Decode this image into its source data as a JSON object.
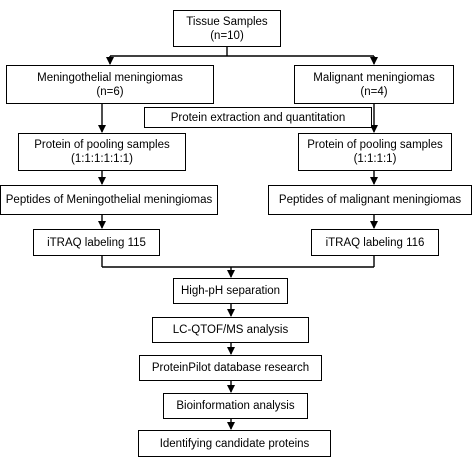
{
  "boxes": {
    "tissue": {
      "line1": "Tissue Samples",
      "line2": "(n=10)"
    },
    "meningothelial": {
      "line1": "Meningothelial meningiomas",
      "line2": "(n=6)"
    },
    "malignant": {
      "line1": "Malignant meningiomas",
      "line2": "(n=4)"
    },
    "protein_extraction": {
      "line1": "Protein extraction and quantitation"
    },
    "pool_left": {
      "line1": "Protein of pooling samples",
      "line2": "(1:1:1:1:1:1)"
    },
    "pool_right": {
      "line1": "Protein of pooling samples",
      "line2": "(1:1:1:1)"
    },
    "peptides_left": {
      "line1": "Peptides of Meningothelial meningiomas"
    },
    "peptides_right": {
      "line1": "Peptides of malignant meningiomas"
    },
    "itraq_left": {
      "line1": "iTRAQ labeling 115"
    },
    "itraq_right": {
      "line1": "iTRAQ labeling 116"
    },
    "high_ph": {
      "line1": "High-pH separation"
    },
    "lc_qtof": {
      "line1": "LC-QTOF/MS analysis"
    },
    "proteinpilot": {
      "line1": "ProteinPilot database research"
    },
    "bioinformation": {
      "line1": "Bioinformation analysis"
    },
    "identifying": {
      "line1": "Identifying candidate proteins"
    }
  },
  "colors": {
    "line": "#000000",
    "box_border": "#000000",
    "background": "#ffffff"
  }
}
